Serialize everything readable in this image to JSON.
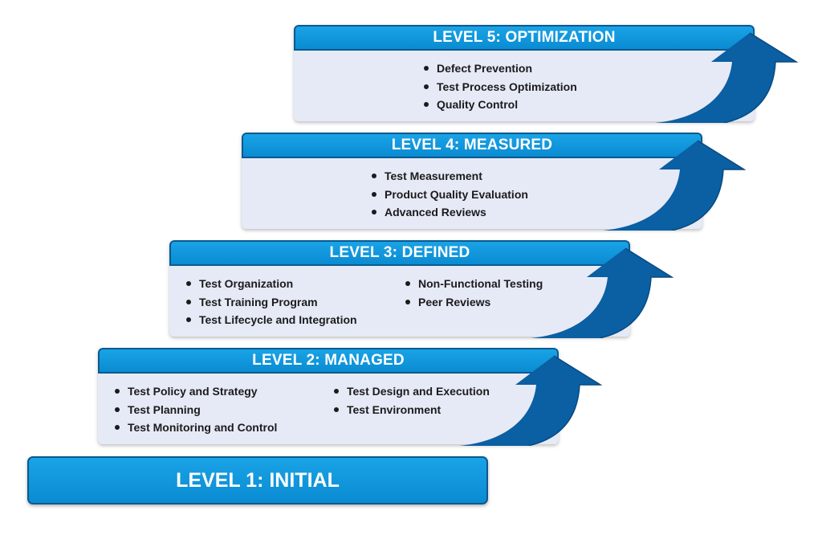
{
  "levels": [
    {
      "title": "LEVEL 5: OPTIMIZATION",
      "items_left": [
        "Defect Prevention",
        "Test Process Optimization",
        "Quality Control"
      ],
      "items_right": []
    },
    {
      "title": "LEVEL 4: MEASURED",
      "items_left": [
        "Test Measurement",
        "Product Quality Evaluation",
        "Advanced Reviews"
      ],
      "items_right": []
    },
    {
      "title": "LEVEL 3: DEFINED",
      "items_left": [
        "Test Organization",
        "Test Training Program",
        "Test Lifecycle and Integration"
      ],
      "items_right": [
        "Non-Functional Testing",
        "Peer Reviews"
      ]
    },
    {
      "title": "LEVEL 2: MANAGED",
      "items_left": [
        "Test Policy and Strategy",
        "Test Planning",
        "Test Monitoring and Control"
      ],
      "items_right": [
        "Test Design and Execution",
        "Test Environment"
      ]
    },
    {
      "title": "LEVEL 1: INITIAL",
      "items_left": [],
      "items_right": []
    }
  ],
  "colors": {
    "header_blue": "#0a8bd2",
    "arrow_blue": "#0b5fa3",
    "box_fill": "#e6eaf7",
    "text": "#1b1b1b"
  },
  "icons": {
    "step_arrow": "curved-up-arrow-icon"
  }
}
